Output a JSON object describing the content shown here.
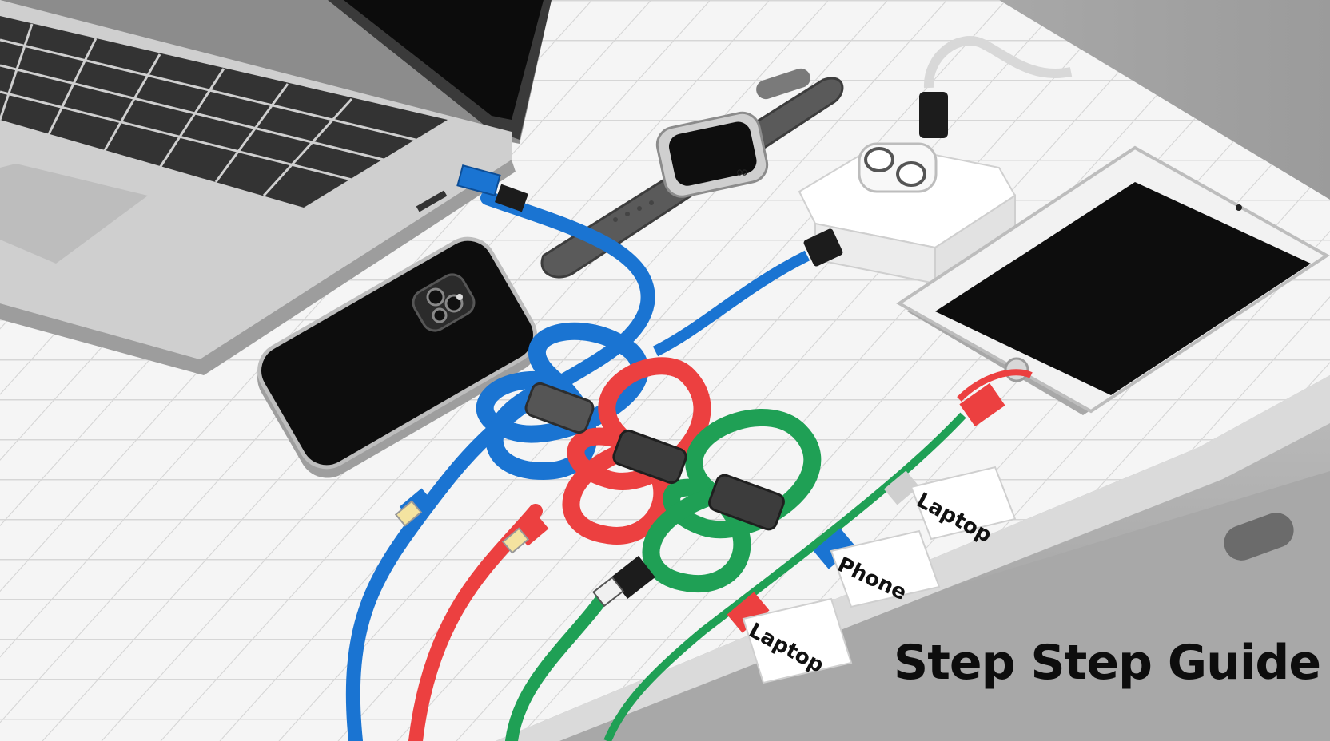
{
  "title": "Step Step Guide",
  "cable_tags": {
    "upper_laptop": "Laptop",
    "phone": "Phone",
    "lower_laptop": "Laptop"
  },
  "cable_colors": {
    "blue": "#1a74d2",
    "red": "#ec4040",
    "green": "#1fa055"
  },
  "devices": [
    "laptop-icon",
    "smartwatch-icon",
    "power-adapter-icon",
    "earbuds-case-icon",
    "smartphone-icon",
    "tablet-icon"
  ]
}
